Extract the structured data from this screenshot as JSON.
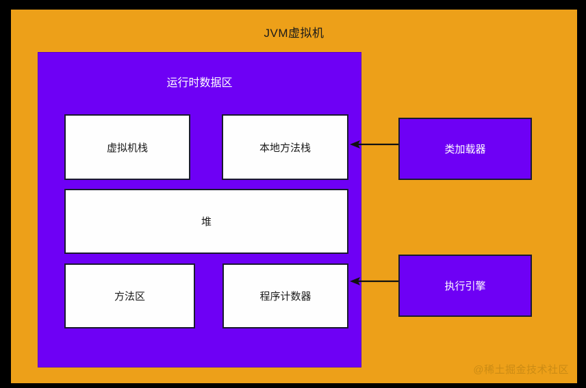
{
  "colors": {
    "background": "#000000",
    "jvm_panel": "#EDA019",
    "runtime_area": "#6E00F5",
    "memory_box": "#FEFEFE",
    "outline": "#1A1A2E",
    "watermark": "#C98A14"
  },
  "diagram": {
    "title": "JVM虚拟机",
    "runtime_area": {
      "title": "运行时数据区",
      "regions": [
        {
          "id": "vm-stack",
          "label": "虚拟机栈"
        },
        {
          "id": "native-method-stack",
          "label": "本地方法栈"
        },
        {
          "id": "heap",
          "label": "堆"
        },
        {
          "id": "method-area",
          "label": "方法区"
        },
        {
          "id": "pc-register",
          "label": "程序计数器"
        }
      ]
    },
    "components": [
      {
        "id": "class-loader",
        "label": "类加载器"
      },
      {
        "id": "execution-engine",
        "label": "执行引擎"
      }
    ],
    "arrows": [
      {
        "id": "classloader-to-runtime",
        "from": "类加载器",
        "to": "运行时数据区",
        "direction": "left"
      },
      {
        "id": "engine-to-runtime",
        "from": "执行引擎",
        "to": "运行时数据区",
        "direction": "left"
      }
    ]
  },
  "watermark": {
    "text": "@稀土掘金技术社区"
  }
}
